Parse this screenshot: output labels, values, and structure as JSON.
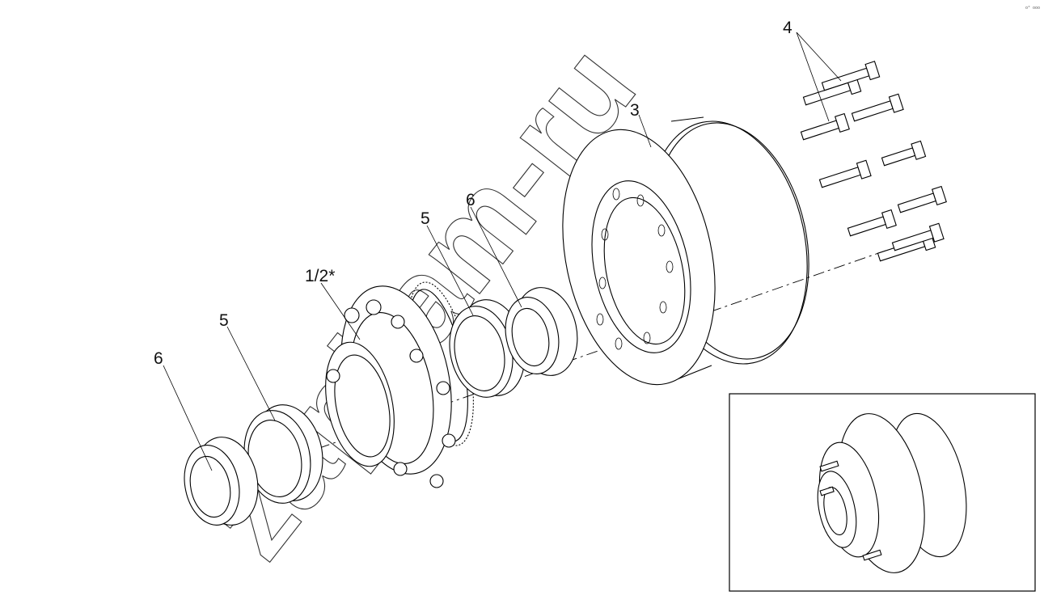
{
  "callouts": {
    "part_4": "4",
    "part_3": "3",
    "part_6_rear": "6",
    "part_5_rear": "5",
    "part_1_2": "1/2*",
    "part_5_front": "5",
    "part_6_front": "6"
  },
  "corner_mark": "o° ooo",
  "watermark": "zapkam-ru"
}
